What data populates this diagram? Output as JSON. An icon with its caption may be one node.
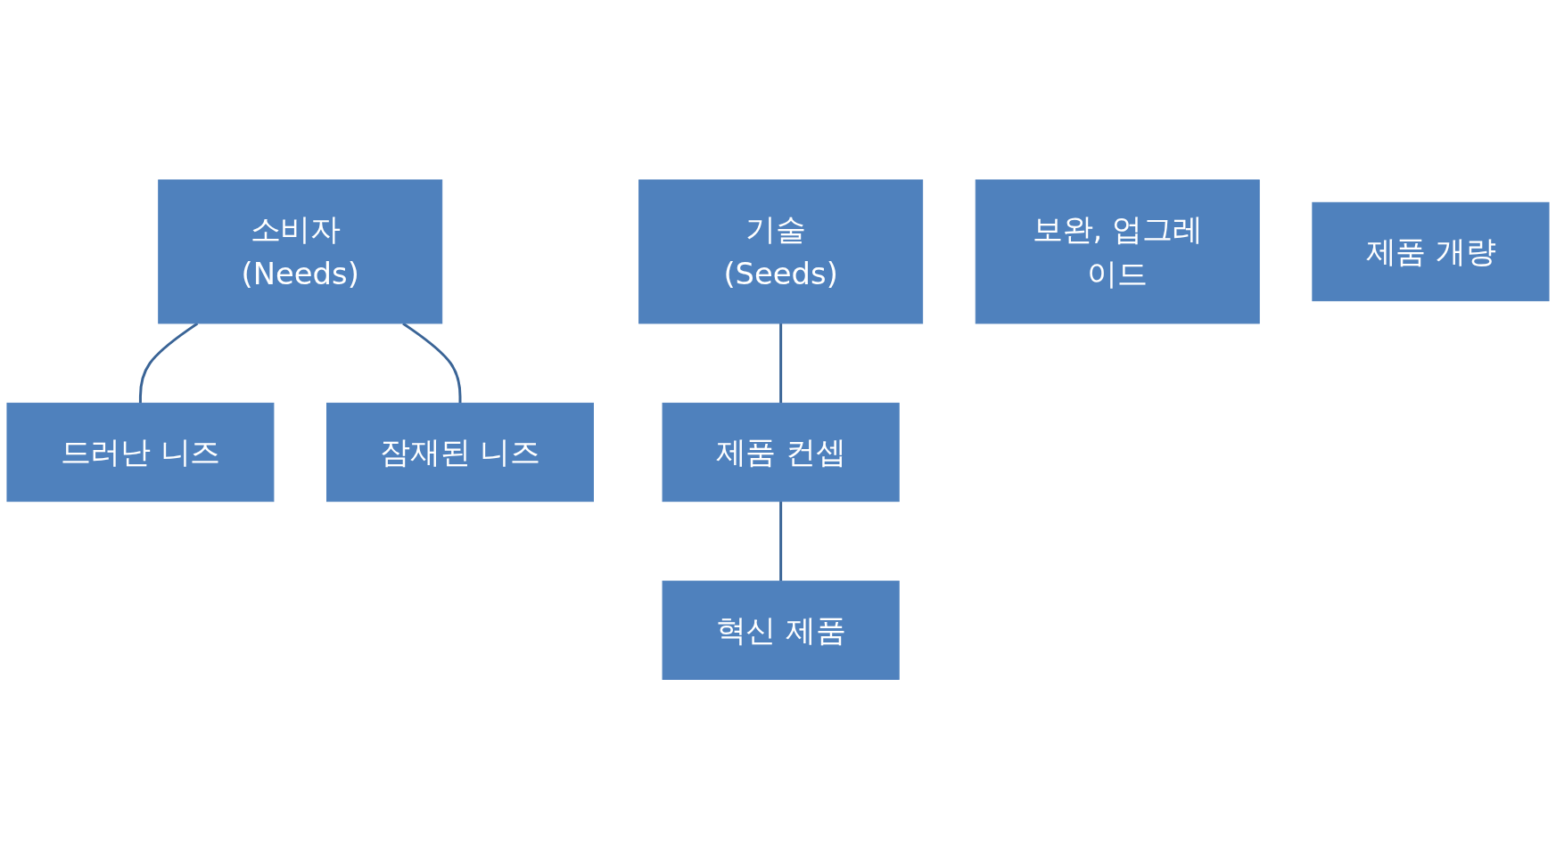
{
  "diagram": {
    "nodes": [
      {
        "text": [
          "소비자 (Needs)"
        ]
      },
      {
        "text": [
          "기술 (Seeds)"
        ]
      },
      {
        "text": [
          "드러난 니즈"
        ]
      },
      {
        "text": [
          "잠재된 니즈"
        ]
      },
      {
        "text": [
          "제품 컨셉"
        ]
      },
      {
        "text": [
          "보완, 업그레이드"
        ]
      },
      {
        "text": [
          "제품 개량"
        ]
      },
      {
        "text": [
          "혁신 제품"
        ]
      }
    ],
    "edges": [
      {
        "from": 0,
        "to": 2,
        "arrow": "none"
      },
      {
        "from": 0,
        "to": 3,
        "arrow": "none"
      },
      {
        "from": 1,
        "to": 4,
        "arrow": "none"
      },
      {
        "from": 4,
        "to": 7,
        "arrow": "none"
      }
    ]
  }
}
